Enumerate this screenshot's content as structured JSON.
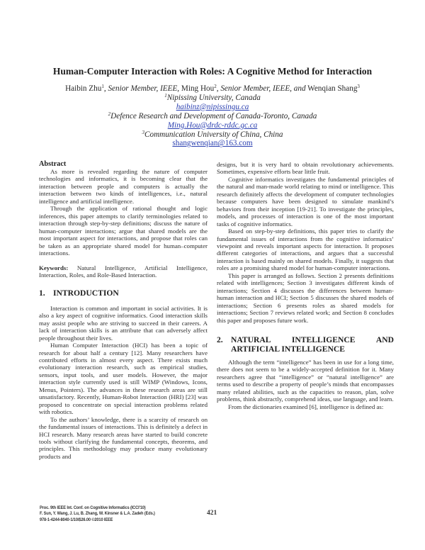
{
  "paper": {
    "title": "Human-Computer Interaction with Roles: A Cognitive Method for Interaction",
    "authors": [
      {
        "name": "Haibin Zhu",
        "affil_mark": "1",
        "role": "Senior Member, IEEE,"
      },
      {
        "name": "Ming Hou",
        "affil_mark": "2",
        "role": "Senior Member, IEEE, and"
      },
      {
        "name": "Wenqian Shang",
        "affil_mark": "3"
      }
    ],
    "affiliations": [
      {
        "mark": "1",
        "name": "Nipissing University, Canada",
        "email": "haibinz@nipissingu.ca"
      },
      {
        "mark": "2",
        "name": "Defence Research and Development of Canada-Toronto, Canada",
        "email": "Ming.Hou@drdc-rddc.gc.ca"
      },
      {
        "mark": "3",
        "name": "Communication University of China, China",
        "email": "shangwenqian@163.com"
      }
    ],
    "separators": {
      "comma": ", ",
      "space": " "
    }
  },
  "left_column": {
    "abstract_heading": "Abstract",
    "abstract_paragraphs": [
      "As more is revealed regarding the nature of computer technologies and informatics, it is becoming clear that the interaction between people and computers is actually the interaction between two kinds of intelligences, i.e., natural intelligence and artificial intelligence.",
      "Through the application of rational thought and logic inferences, this paper attempts to clarify terminologies related to interaction through step-by-step definitions; discuss the nature of human-computer interactions; argue that shared models are the most important aspect for interactions, and propose that roles can be taken as an appropriate shared model for human–computer interactions."
    ],
    "keywords_label": "Keywords:",
    "keywords_text": " Natural Intelligence, Artificial Intelligence, Interaction, Roles, and Role-Based Interaction.",
    "section1": {
      "number": "1.",
      "title": "INTRODUCTION",
      "paragraphs": [
        "Interaction is common and important in social activities. It is also a key aspect of cognitive informatics. Good interaction skills may assist people who are striving to succeed in their careers. A lack of interaction skills is an attribute that can adversely affect people throughout their lives.",
        "Human Computer Interaction (HCI) has been a topic of research for about half a century [12]. Many researchers have contributed efforts in almost every aspect. There exists much evolutionary interaction research, such as empirical studies, sensors, input tools, and user models. However, the major interaction style currently used is still WIMP (Windows, Icons, Menus, Pointers). The advances in these research areas are still unsatisfactory. Recently, Human-Robot Interaction (HRI) [23] was proposed to concentrate on special interaction problems related with robotics.",
        "To the authors’ knowledge, there is a scarcity of research on the fundamental issues of interactions. This is definitely a defect in HCI research. Many research areas have started to build concrete tools without clarifying the fundamental concepts, theorems, and principles. This methodology may produce many evolutionary products and"
      ]
    }
  },
  "right_column": {
    "continuation": "designs, but it is very hard to obtain revolutionary achievements. Sometimes, expensive efforts bear little fruit.",
    "paragraphs": [
      "Cognitive informatics investigates the fundamental principles of the natural and man-made world relating to mind or intelligence. This research definitely affects the development of computer technologies because computers have been designed to simulate mankind’s behaviors from their inception [19-21]. To investigate the principles, models, and processes of interaction is one of the most important tasks of cognitive informatics.",
      "Based on step-by-step definitions, this paper tries to clarify the fundamental issues of interactions from the cognitive informatics’ viewpoint and reveals important aspects for interaction. It proposes different categories of interactions, and argues that a successful interaction is based mainly on shared models. Finally, it suggests that roles are a promising shared model for human-computer interactions.",
      "This paper is arranged as follows. Section 2 presents definitions related with intelligences; Section 3 investigates different kinds of interactions; Section 4 discusses the differences between human-human interaction and HCI; Section 5 discusses the shared models of interactions; Section 6 presents roles as shared models for interactions; Section 7 reviews related work; and Section 8 concludes this paper and proposes future work."
    ],
    "section2": {
      "number": "2.",
      "title_words_row1": [
        "NATURAL",
        "INTELLIGENCE",
        "AND"
      ],
      "title_row2": "ARTIFICIAL INTELLIGENCE",
      "paragraphs": [
        "Although the term “intelligence” has been in use for a long time, there does not seem to be a widely-accepted definition for it. Many researchers agree that “intelligence” or “natural intelligence” are terms used to describe a property of people’s minds that encompasses many related abilities, such as the capacities to reason, plan, solve problems, think abstractly, comprehend ideas, use language, and learn.",
        "From the dictionaries examined [6], intelligence is defined as:"
      ]
    }
  },
  "footer": {
    "lines": [
      "Proc. 9th IEEE Int. Conf. on Cognitive Informatics (ICCI'10)",
      "F. Sun, Y. Wang, J. Lu, B. Zhang, W. Kinsner & L.A. Zadeh (Eds.)",
      "978-1-4244-8040-1/10/$26.00 ©2010 IEEE"
    ],
    "page_number": "421"
  }
}
